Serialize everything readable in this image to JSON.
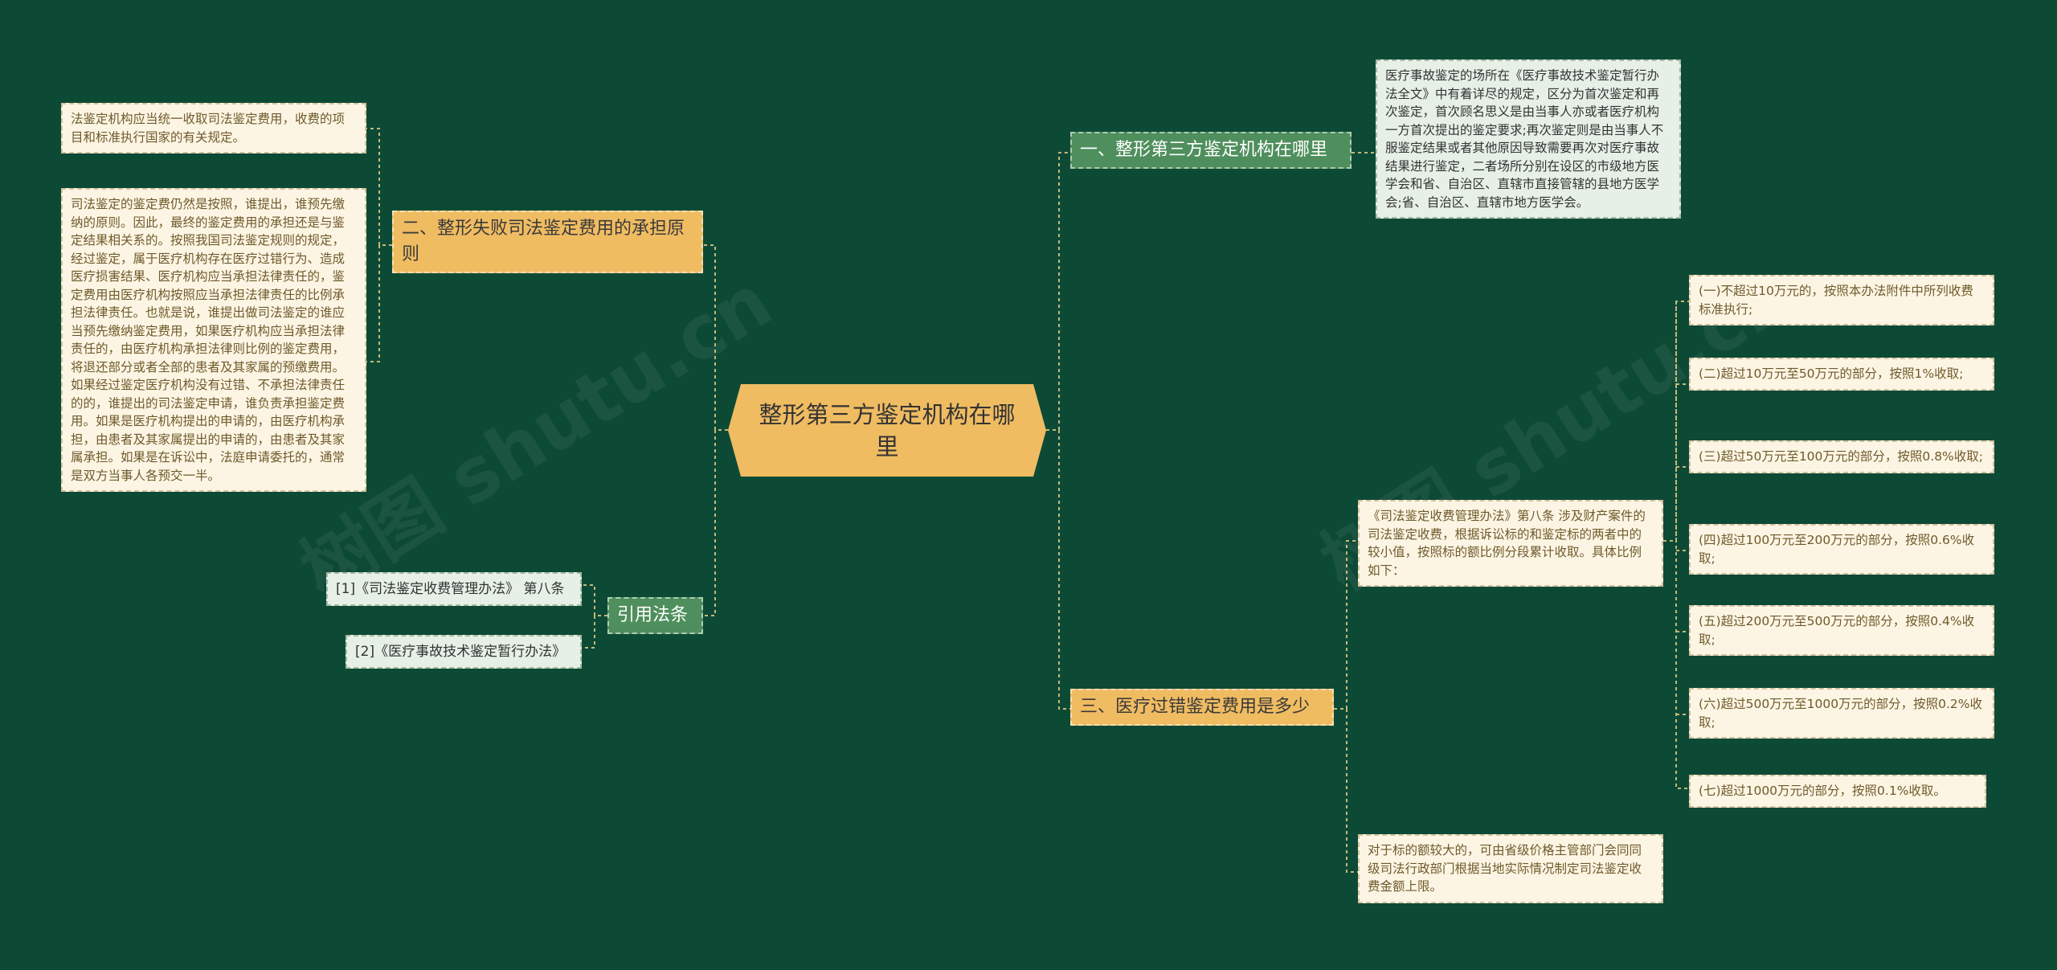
{
  "root": {
    "label": "整形第三方鉴定机构在哪里"
  },
  "branches": {
    "b1": {
      "label": "一、整形第三方鉴定机构在哪里"
    },
    "b2": {
      "label": "二、整形失败司法鉴定费用的承担原则"
    },
    "b3": {
      "label": "三、医疗过错鉴定费用是多少"
    },
    "refs": {
      "label": "引用法条"
    }
  },
  "leaves": {
    "b1_text": "医疗事故鉴定的场所在《医疗事故技术鉴定暂行办法全文》中有着详尽的规定，区分为首次鉴定和再次鉴定，首次顾名思义是由当事人亦或者医疗机构一方首次提出的鉴定要求;再次鉴定则是由当事人不服鉴定结果或者其他原因导致需要再次对医疗事故结果进行鉴定，二者场所分别在设区的市级地方医学会和省、自治区、直辖市直接管辖的县地方医学会;省、自治区、直辖市地方医学会。",
    "b2_text1": "法鉴定机构应当统一收取司法鉴定费用，收费的项目和标准执行国家的有关规定。",
    "b2_text2": "司法鉴定的鉴定费仍然是按照，谁提出，谁预先缴纳的原则。因此，最终的鉴定费用的承担还是与鉴定结果相关系的。按照我国司法鉴定规则的规定，经过鉴定，属于医疗机构存在医疗过错行为、造成医疗损害结果、医疗机构应当承担法律责任的，鉴定费用由医疗机构按照应当承担法律责任的比例承担法律责任。也就是说，谁提出做司法鉴定的谁应当预先缴纳鉴定费用，如果医疗机构应当承担法律责任的，由医疗机构承担法律则比例的鉴定费用，将退还部分或者全部的患者及其家属的预缴费用。如果经过鉴定医疗机构没有过错、不承担法律责任的的，谁提出的司法鉴定申请，谁负责承担鉴定费用。如果是医疗机构提出的申请的，由医疗机构承担，由患者及其家属提出的申请的，由患者及其家属承担。如果是在诉讼中，法庭申请委托的，通常是双方当事人各预交一半。",
    "b3_intro": "《司法鉴定收费管理办法》第八条 涉及财产案件的司法鉴定收费，根据诉讼标的和鉴定标的两者中的较小值，按照标的额比例分段累计收取。具体比例如下：",
    "b3_tiers": [
      "(一)不超过10万元的，按照本办法附件中所列收费标准执行;",
      "(二)超过10万元至50万元的部分，按照1%收取;",
      "(三)超过50万元至100万元的部分，按照0.8%收取;",
      "(四)超过100万元至200万元的部分，按照0.6%收取;",
      "(五)超过200万元至500万元的部分，按照0.4%收取;",
      "(六)超过500万元至1000万元的部分，按照0.2%收取;",
      "(七)超过1000万元的部分，按照0.1%收取。"
    ],
    "b3_note": "对于标的额较大的，可由省级价格主管部门会同同级司法行政部门根据当地实际情况制定司法鉴定收费金额上限。",
    "refs": [
      "[1]《司法鉴定收费管理办法》 第八条",
      "[2]《医疗事故技术鉴定暂行办法》"
    ]
  },
  "colors": {
    "background": "#0d4a36",
    "root": "#f0bc62",
    "green_branch": "#4f8f5d",
    "orange_branch": "#f0bc62",
    "leaf": "#fdf5e4",
    "mint_leaf": "#e6f0e6",
    "connector": "#c7b77a"
  }
}
